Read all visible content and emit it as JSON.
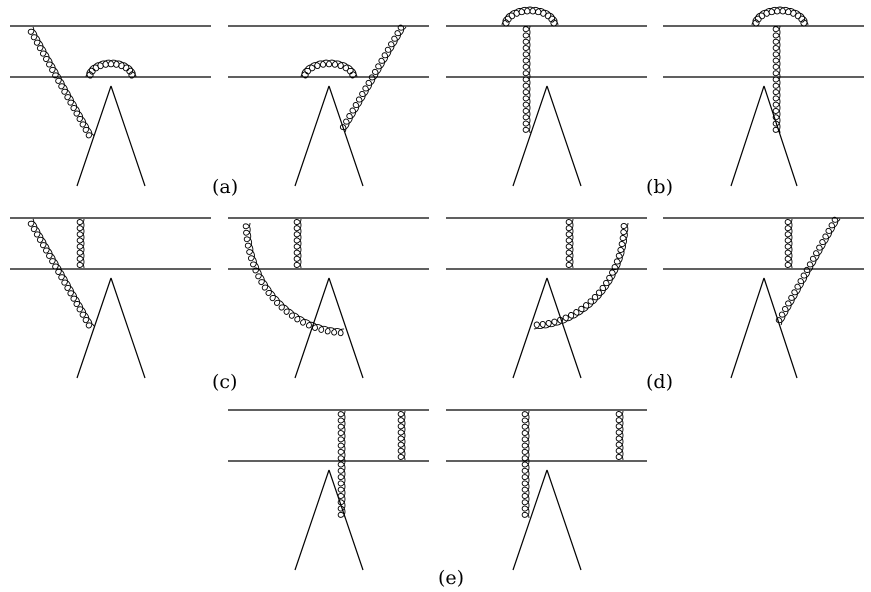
{
  "panel_labels": {
    "a": "(a)",
    "b": "(b)",
    "c": "(c)",
    "d": "(d)",
    "e": "(e)"
  }
}
